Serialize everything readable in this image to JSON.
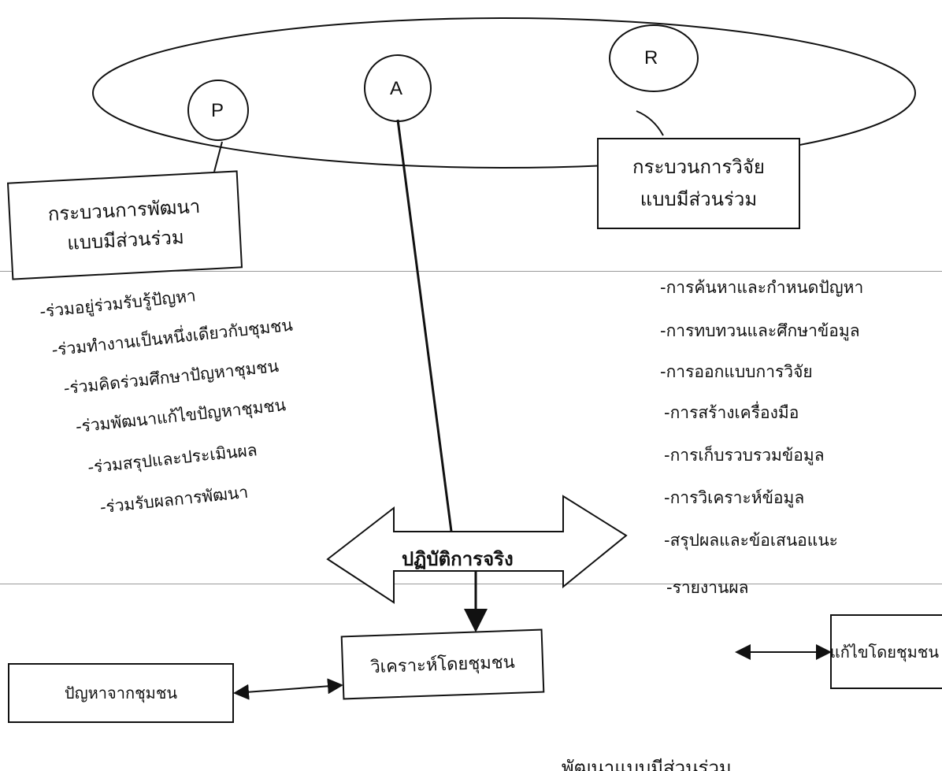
{
  "circles": {
    "p": "P",
    "a": "A",
    "r": "R"
  },
  "development_box": {
    "line1": "กระบวนการพัฒนา",
    "line2": "แบบมีส่วนร่วม"
  },
  "research_box": {
    "line1": "กระบวนการวิจัย",
    "line2": "แบบมีส่วนร่วม"
  },
  "development_items": [
    "-ร่วมอยู่ร่วมรับรู้ปัญหา",
    "-ร่วมทำงานเป็นหนึ่งเดียวกับชุมชน",
    "-ร่วมคิดร่วมศึกษาปัญหาชุมชน",
    "-ร่วมพัฒนาแก้ไขปัญหาชุมชน",
    "-ร่วมสรุปและประเมินผล",
    "-ร่วมรับผลการพัฒนา"
  ],
  "research_items": [
    "-การค้นหาและกำหนดปัญหา",
    "-การทบทวนและศึกษาข้อมูล",
    "-การออกแบบการวิจัย",
    "-การสร้างเครื่องมือ",
    "-การเก็บรวบรวมข้อมูล",
    "-การวิเคราะห์ข้อมูล",
    "-สรุปผลและข้อเสนอแนะ",
    "-รายงานผล"
  ],
  "double_arrow_label": "ปฏิบัติการจริง",
  "analysis_box": "วิเคราะห์โดยชุมชน",
  "solve_box": "แก้ไขโดยชุมชน",
  "problem_box": "ปัญหาจากชุมชน",
  "caption_partial": "...พัฒนาแบบมีส่วนร่วม"
}
